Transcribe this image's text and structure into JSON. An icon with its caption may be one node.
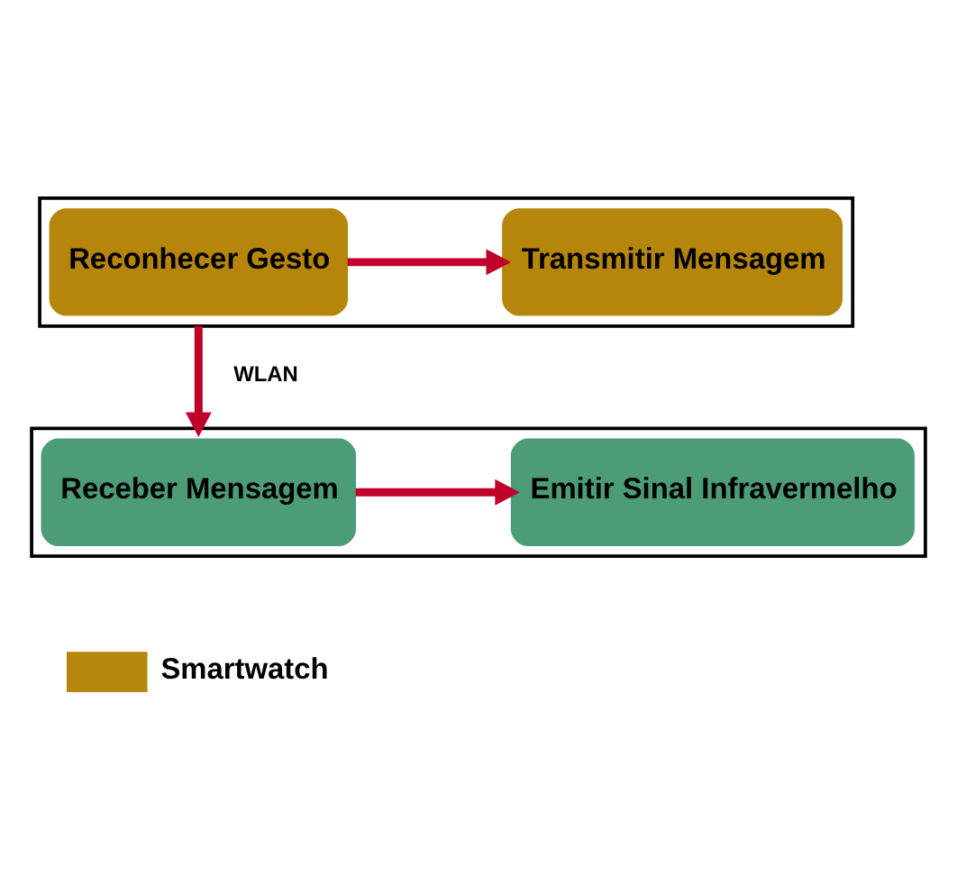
{
  "diagram": {
    "nodes": [
      {
        "text": [],
        "shape": "box"
      },
      {
        "text": [
          "Reconhecer Gesto"
        ],
        "in": 0
      },
      {
        "text": [
          "Transmitir Mensagem"
        ],
        "in": 0
      },
      {
        "text": [],
        "shape": "box"
      },
      {
        "text": [
          "Receber Mensagem"
        ],
        "in": 3
      },
      {
        "text": [
          "Emitir Sinal Infravermelho"
        ],
        "in": 3
      }
    ],
    "edges": [
      {
        "from": 1,
        "to": 2,
        "arrow": "to"
      },
      {
        "from": 0,
        "to": 3,
        "arrow": "to",
        "label": "WLAN"
      },
      {
        "from": 4,
        "to": 5,
        "arrow": "to"
      }
    ],
    "legend": [
      {
        "text": "Smartwatch",
        "color": "#b5860b"
      }
    ]
  }
}
